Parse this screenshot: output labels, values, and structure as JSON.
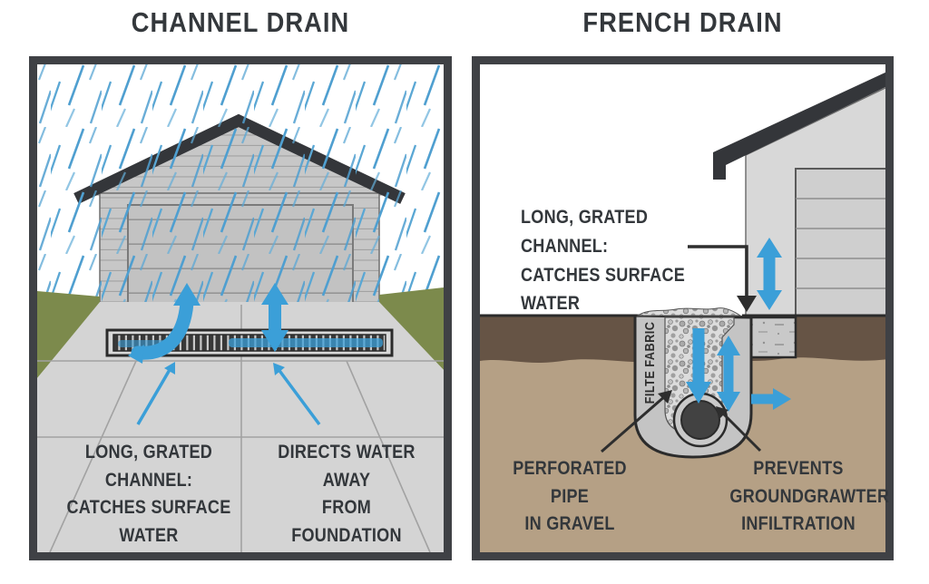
{
  "left_panel": {
    "title": "CHANNEL DRAIN",
    "label_channel": "LONG, GRATED CHANNEL:\nCATCHES SURFACE WATER",
    "label_directs": "DIRECTS WATER AWAY\nFROM FOUNDATION"
  },
  "right_panel": {
    "title": "FRENCH DRAIN",
    "label_channel": "LONG, GRATED CHANNEL:\nCATCHES SURFACE WATER",
    "label_fabric": "FILTE FABRIC",
    "label_pipe": "PERFORATED PIPE\nIN GRAVEL",
    "label_prevents": "PREVENTS\nGROUNDGRAWTER\nINFILTRATION"
  },
  "colors": {
    "panel_border": "#3f4145",
    "text": "#33373b",
    "arrow_blue": "#3b9fd8",
    "rain_blue": "#4f9fd0",
    "grass_green": "#7c8a4c",
    "driveway_gray": "#d4d4d4",
    "roof_dark": "#34363a",
    "topsoil_brown": "#665445",
    "subsoil_tan": "#b5a085",
    "fabric_gray": "#c4c4c4",
    "pipe_dark": "#424242"
  }
}
